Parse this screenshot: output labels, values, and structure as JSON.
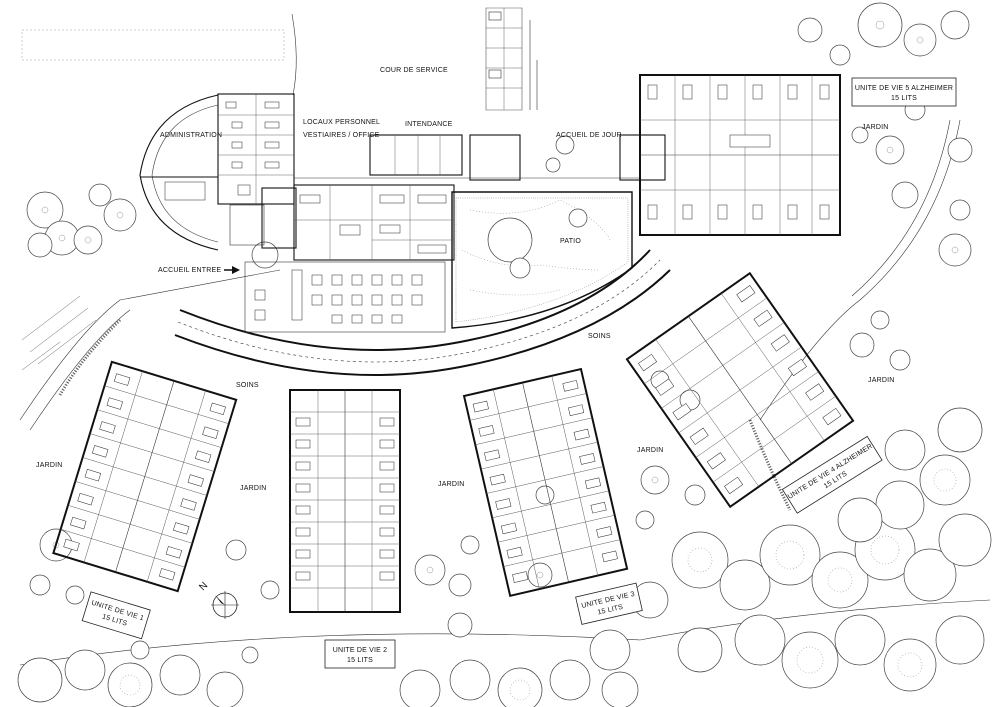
{
  "plan": {
    "labels": {
      "cour_service": "COUR DE SERVICE",
      "locaux_1": "LOCAUX PERSONNEL",
      "locaux_2": "VESTIAIRES / OFFICE",
      "intendance": "INTENDANCE",
      "administration": "ADMINISTRATION",
      "accueil_entree": "ACCUEIL ENTREE",
      "accueil_jour": "ACCUEIL DE JOUR",
      "patio": "PATIO",
      "soins_1": "SOINS",
      "soins_2": "SOINS",
      "jardin_1": "JARDIN",
      "jardin_2": "JARDIN",
      "jardin_3": "JARDIN",
      "jardin_4": "JARDIN",
      "jardin_5": "JARDIN",
      "jardin_6": "JARDIN",
      "north": "N"
    },
    "units": [
      {
        "title": "UNITE DE VIE 1",
        "beds": "15 LITS"
      },
      {
        "title": "UNITE DE VIE 2",
        "beds": "15 LITS"
      },
      {
        "title": "UNITE DE VIE 3",
        "beds": "15 LITS"
      },
      {
        "title": "UNITE DE VIE 4 ALZHEIMER",
        "beds": "15 LITS"
      },
      {
        "title": "UNITE DE VIE 5 ALZHEIMER",
        "beds": "15 LITS"
      }
    ]
  }
}
